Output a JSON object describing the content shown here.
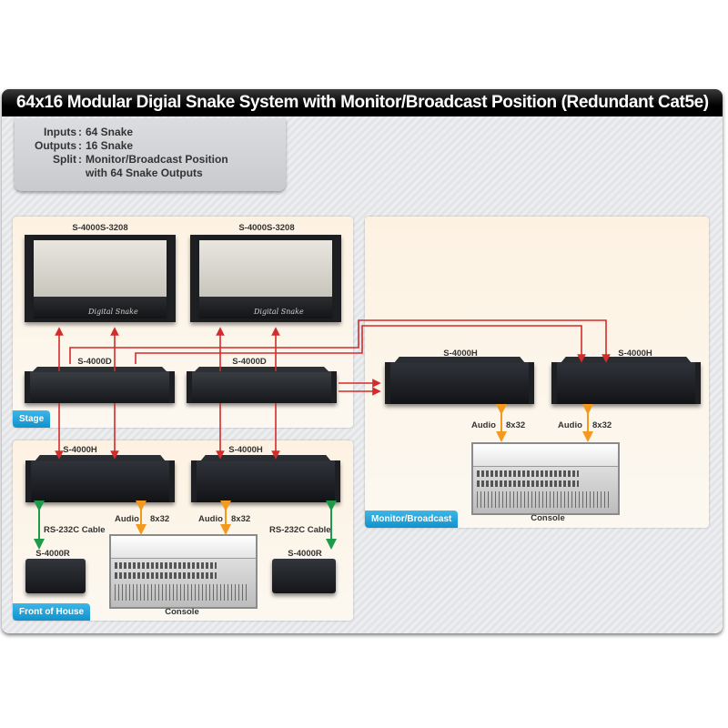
{
  "title": "64x16 Modular Digial Snake System with Monitor/Broadcast Position (Redundant Cat5e)",
  "specs": [
    {
      "key": "Inputs",
      "value": "64 Snake"
    },
    {
      "key": "Outputs",
      "value": "16 Snake"
    },
    {
      "key": "Split",
      "value": "Monitor/Broadcast Position"
    },
    {
      "key": "",
      "value": "with 64 Snake Outputs"
    }
  ],
  "separator": ":",
  "zones": {
    "stage": "Stage",
    "foh": "Front of House",
    "monitor": "Monitor/Broadcast"
  },
  "devices": {
    "stagebox_1": "S-4000S-3208",
    "stagebox_2": "S-4000S-3208",
    "hub_1": "S-4000D",
    "hub_2": "S-4000D",
    "foh_hh_1": "S-4000H",
    "foh_hh_2": "S-4000H",
    "mon_hh_1": "S-4000H",
    "mon_hh_2": "S-4000H",
    "remote_1": "S-4000R",
    "remote_2": "S-4000R",
    "foh_console": "Console",
    "mon_console": "Console",
    "stagebox_brand": "Digital Snake"
  },
  "connections": {
    "rs232_1": "RS-232C Cable",
    "rs232_2": "RS-232C Cable",
    "audio_label": "Audio",
    "audio_channels": "8x32"
  },
  "colors": {
    "cat5_line": "#d42b2b",
    "audio_line": "#f39a1e",
    "rs232_line": "#1e9a4a",
    "zone_tag": "#1a9fd8",
    "title_bar": "#000000"
  }
}
